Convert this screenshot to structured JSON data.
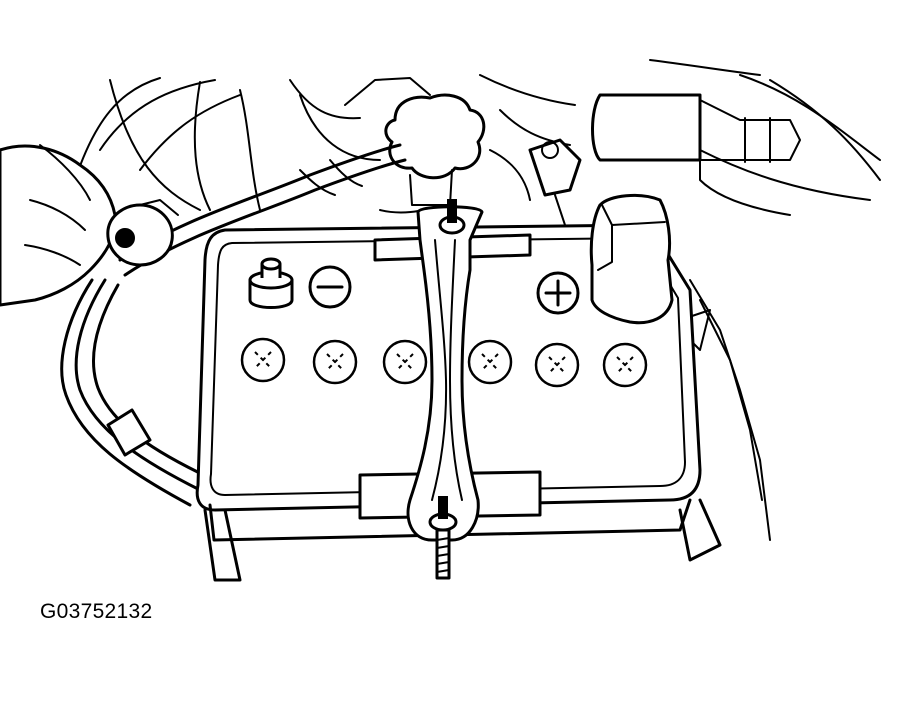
{
  "figure": {
    "id_label": "G03752132",
    "illustration": "battery-hold-down-removal"
  },
  "battery": {
    "terminals": [
      "negative",
      "positive"
    ],
    "cell_caps": 6
  },
  "colors": {
    "ink": "#000000",
    "background": "#ffffff"
  }
}
